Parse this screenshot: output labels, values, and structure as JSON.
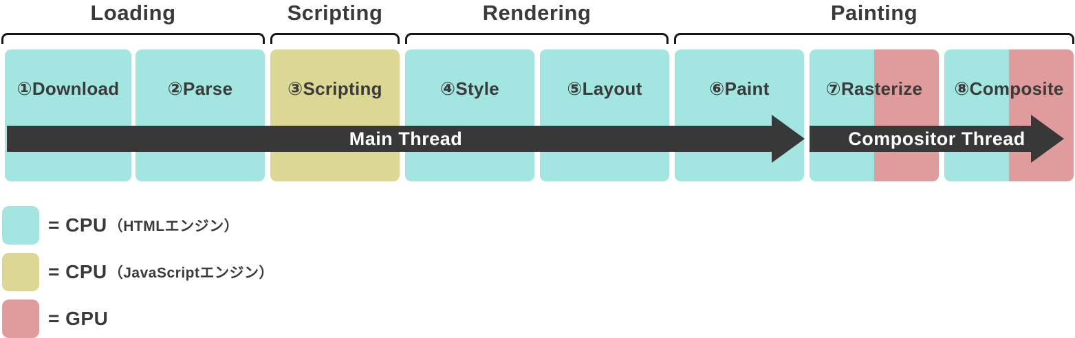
{
  "palette": {
    "cyan": "#a3e5e1",
    "yellow": "#ddd795",
    "pink": "#e09c9c",
    "dark": "#383838",
    "ink": "#3a3a3a",
    "bracket": "#161616",
    "arrow_text": "#ffffff"
  },
  "groups": [
    {
      "label": "Loading"
    },
    {
      "label": "Scripting"
    },
    {
      "label": "Rendering"
    },
    {
      "label": "Painting"
    }
  ],
  "stages": [
    {
      "label": "①Download",
      "color": "cyan"
    },
    {
      "label": "②Parse",
      "color": "cyan"
    },
    {
      "label": "③Scripting",
      "color": "yellow"
    },
    {
      "label": "④Style",
      "color": "cyan"
    },
    {
      "label": "⑤Layout",
      "color": "cyan"
    },
    {
      "label": "⑥Paint",
      "color": "cyan"
    },
    {
      "label": "⑦Rasterize",
      "color": "cyan+pink"
    },
    {
      "label": "⑧Composite",
      "color": "cyan+pink"
    }
  ],
  "arrows": {
    "main": "Main Thread",
    "compositor": "Compositor Thread"
  },
  "legend": [
    {
      "label": "= CPU",
      "note": "（HTMLエンジン）",
      "color": "cyan"
    },
    {
      "label": "= CPU",
      "note": "（JavaScriptエンジン）",
      "color": "yellow"
    },
    {
      "label": "= GPU",
      "note": "",
      "color": "pink"
    }
  ]
}
